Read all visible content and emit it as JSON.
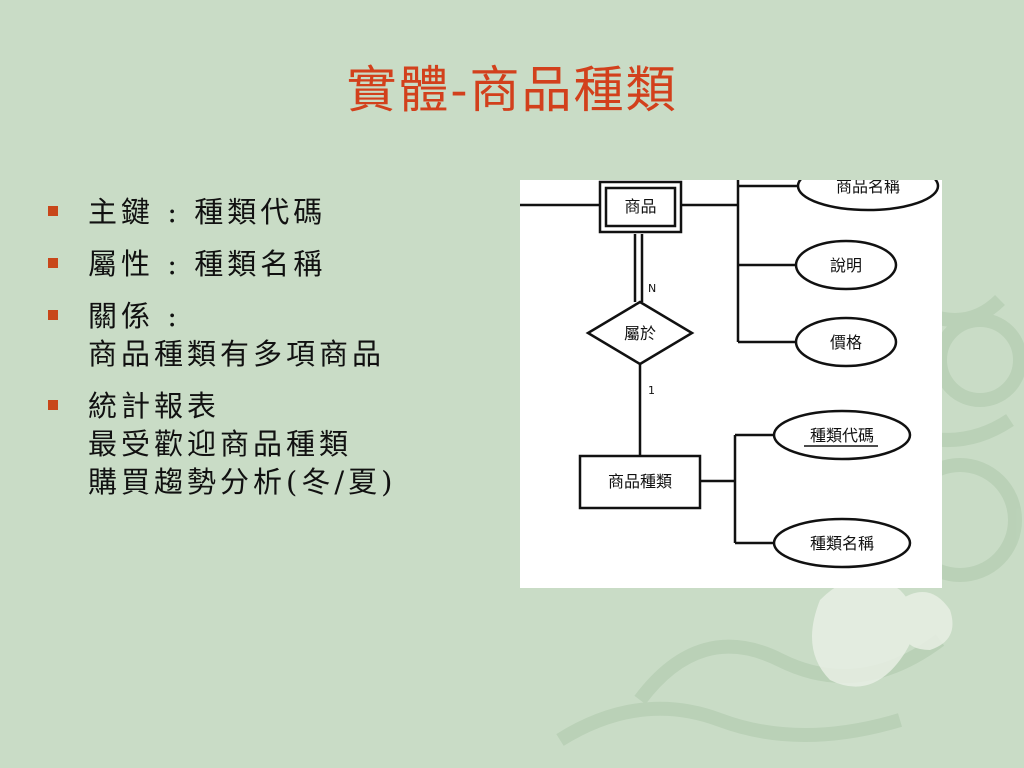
{
  "slide": {
    "title": "實體-商品種類",
    "bullets": [
      {
        "lines": [
          "主鍵 : 種類代碼"
        ]
      },
      {
        "lines": [
          "屬性 : 種類名稱"
        ]
      },
      {
        "lines": [
          "關係 :",
          "商品種類有多項商品"
        ]
      },
      {
        "lines": [
          "統計報表",
          "最受歡迎商品種類",
          "購買趨勢分析(冬/夏)"
        ]
      }
    ]
  },
  "diagram": {
    "entity_product": "商品",
    "relationship": "屬於",
    "entity_category": "商品種類",
    "attr_product_name": "商品名稱",
    "attr_description": "說明",
    "attr_price": "價格",
    "attr_category_code": "種類代碼",
    "attr_category_name": "種類名稱",
    "card_n": "N",
    "card_1": "1"
  },
  "colors": {
    "background": "#c9dcc6",
    "title": "#d2401c",
    "bullet_marker": "#c8471a"
  }
}
